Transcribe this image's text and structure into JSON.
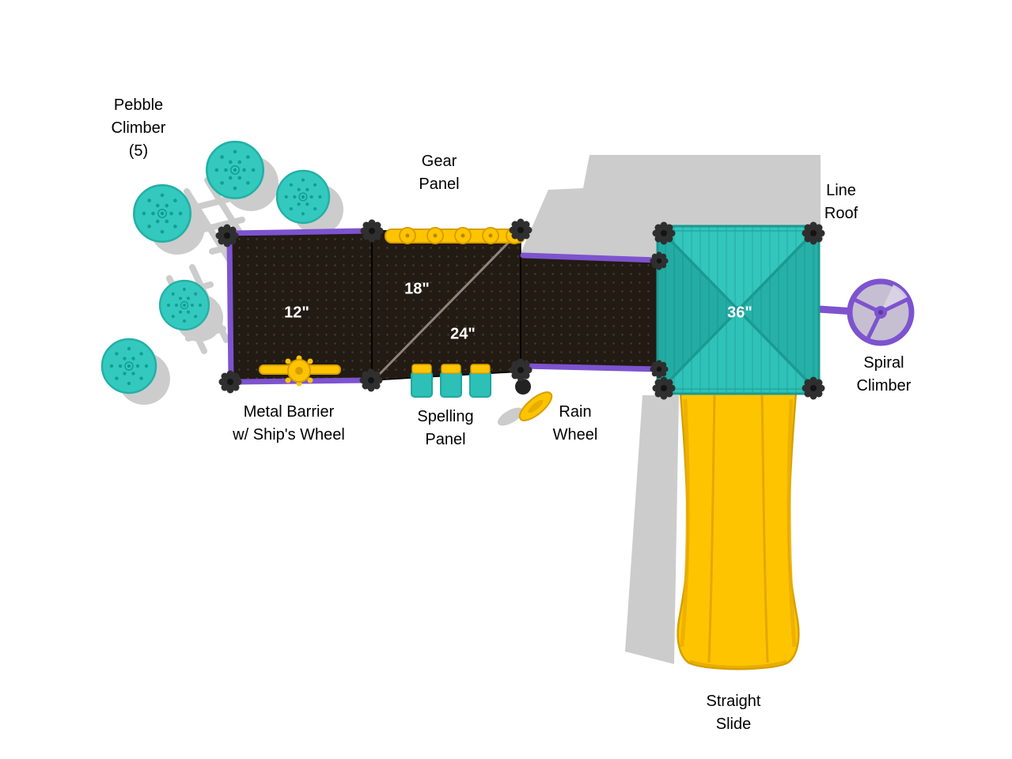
{
  "diagram": {
    "type": "playground-equipment-top-view",
    "labels": {
      "pebble_climber": "Pebble\nClimber\n(5)",
      "gear_panel": "Gear\nPanel",
      "line_roof": "Line\nRoof",
      "spiral_climber": "Spiral\nClimber",
      "metal_barrier": "Metal Barrier\nw/ Ship's Wheel",
      "spelling_panel": "Spelling\nPanel",
      "rain_wheel": "Rain\nWheel",
      "straight_slide": "Straight\nSlide"
    },
    "deck_heights": {
      "left_deck": "12\"",
      "upper_split_deck": "18\"",
      "lower_split_deck": "24\"",
      "roof_deck": "36\""
    },
    "colors": {
      "teal": "#2cc0b6",
      "purple": "#7d53cf",
      "yellow": "#ffc400",
      "deck_dark": "#221b13",
      "shadow": "#cccccc",
      "background": "#ffffff"
    }
  }
}
